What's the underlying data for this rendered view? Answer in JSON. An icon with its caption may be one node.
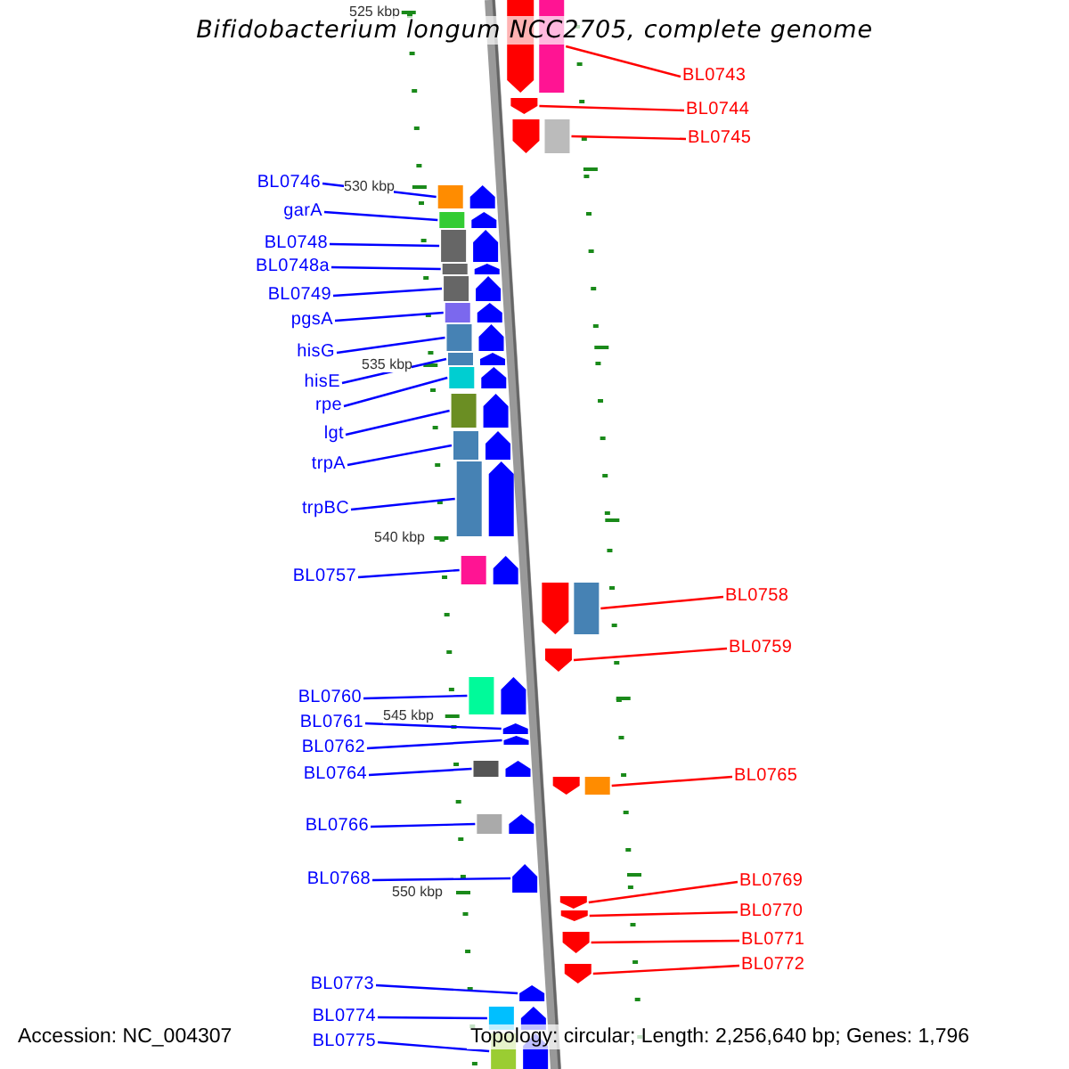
{
  "diagram": {
    "title": "Bifidobacterium longum NCC2705, complete genome",
    "nodes": [
      {
        "text": [
          "BL0743"
        ]
      },
      {
        "text": [
          "BL0744"
        ]
      },
      {
        "text": [
          "BL0745"
        ]
      },
      {
        "text": [
          "BL0746"
        ]
      },
      {
        "text": [
          "garA"
        ]
      },
      {
        "text": [
          "BL0748"
        ]
      },
      {
        "text": [
          "BL0748a"
        ]
      },
      {
        "text": [
          "BL0749"
        ]
      },
      {
        "text": [
          "pgsA"
        ]
      },
      {
        "text": [
          "hisG"
        ]
      },
      {
        "text": [
          "hisE"
        ]
      },
      {
        "text": [
          "rpe"
        ]
      },
      {
        "text": [
          "lgt"
        ]
      },
      {
        "text": [
          "trpA"
        ]
      },
      {
        "text": [
          "trpBC"
        ]
      },
      {
        "text": [
          "BL0757"
        ]
      },
      {
        "text": [
          "BL0758"
        ]
      },
      {
        "text": [
          "BL0759"
        ]
      },
      {
        "text": [
          "BL0760"
        ]
      },
      {
        "text": [
          "BL0761"
        ]
      },
      {
        "text": [
          "BL0762"
        ]
      },
      {
        "text": [
          "BL0764"
        ]
      },
      {
        "text": [
          "BL0765"
        ]
      },
      {
        "text": [
          "BL0766"
        ]
      },
      {
        "text": [
          "BL0768"
        ]
      },
      {
        "text": [
          "BL0769"
        ]
      },
      {
        "text": [
          "BL0770"
        ]
      },
      {
        "text": [
          "BL0771"
        ]
      },
      {
        "text": [
          "BL0772"
        ]
      },
      {
        "text": [
          "BL0773"
        ]
      },
      {
        "text": [
          "BL0774"
        ]
      },
      {
        "text": [
          "BL0775"
        ]
      },
      {
        "text": [],
        "shape": "arrow"
      },
      {
        "text": [],
        "shape": "arrow"
      },
      {
        "text": [],
        "shape": "arrow"
      },
      {
        "text": [],
        "shape": "arrow"
      },
      {
        "text": [],
        "shape": "arrow"
      },
      {
        "text": [],
        "shape": "arrow"
      },
      {
        "text": [],
        "shape": "arrow"
      },
      {
        "text": [],
        "shape": "arrow"
      },
      {
        "text": [],
        "shape": "arrow"
      },
      {
        "text": [],
        "shape": "arrow"
      },
      {
        "text": [],
        "shape": "arrow"
      },
      {
        "text": [],
        "shape": "arrow"
      },
      {
        "text": [],
        "shape": "arrow"
      },
      {
        "text": [],
        "shape": "arrow"
      },
      {
        "text": [],
        "shape": "arrow"
      },
      {
        "text": [],
        "shape": "arrow"
      },
      {
        "text": [],
        "shape": "arrow"
      },
      {
        "text": [],
        "shape": "arrow"
      },
      {
        "text": [],
        "shape": "arrow"
      },
      {
        "text": [],
        "shape": "arrow"
      },
      {
        "text": [],
        "shape": "arrow"
      },
      {
        "text": [],
        "shape": "arrow"
      },
      {
        "text": [],
        "shape": "arrow"
      },
      {
        "text": [],
        "shape": "arrow"
      },
      {
        "text": [],
        "shape": "arrow"
      },
      {
        "text": [],
        "shape": "arrow"
      },
      {
        "text": [],
        "shape": "arrow"
      },
      {
        "text": [],
        "shape": "arrow"
      },
      {
        "text": [],
        "shape": "arrow"
      },
      {
        "text": [],
        "shape": "arrow"
      },
      {
        "text": [],
        "shape": "arrow"
      },
      {
        "text": [],
        "shape": "arrow"
      }
    ],
    "edges": [
      {
        "from": 0,
        "to": 32,
        "arrow": "none",
        "color": "#ff0000"
      },
      {
        "from": 1,
        "to": 33,
        "arrow": "none",
        "color": "#ff0000"
      },
      {
        "from": 2,
        "to": 34,
        "arrow": "none",
        "color": "#ff0000"
      },
      {
        "from": 3,
        "to": 35,
        "arrow": "none"
      },
      {
        "from": 4,
        "to": 36,
        "arrow": "none"
      },
      {
        "from": 5,
        "to": 37,
        "arrow": "none"
      },
      {
        "from": 6,
        "to": 38,
        "arrow": "none"
      },
      {
        "from": 7,
        "to": 39,
        "arrow": "none"
      },
      {
        "from": 8,
        "to": 40,
        "arrow": "none"
      },
      {
        "from": 9,
        "to": 41,
        "arrow": "none"
      },
      {
        "from": 10,
        "to": 42,
        "arrow": "none"
      },
      {
        "from": 11,
        "to": 43,
        "arrow": "none"
      },
      {
        "from": 12,
        "to": 44,
        "arrow": "none"
      },
      {
        "from": 13,
        "to": 45,
        "arrow": "none"
      },
      {
        "from": 14,
        "to": 46,
        "arrow": "none"
      },
      {
        "from": 15,
        "to": 47,
        "arrow": "none"
      },
      {
        "from": 16,
        "to": 48,
        "arrow": "none",
        "color": "#ff0000"
      },
      {
        "from": 17,
        "to": 49,
        "arrow": "none",
        "color": "#ff0000"
      },
      {
        "from": 18,
        "to": 50,
        "arrow": "none"
      },
      {
        "from": 19,
        "to": 51,
        "arrow": "none"
      },
      {
        "from": 20,
        "to": 52,
        "arrow": "none"
      },
      {
        "from": 21,
        "to": 53,
        "arrow": "none"
      },
      {
        "from": 22,
        "to": 54,
        "arrow": "none",
        "color": "#ff0000"
      },
      {
        "from": 23,
        "to": 55,
        "arrow": "none"
      },
      {
        "from": 24,
        "to": 56,
        "arrow": "none"
      },
      {
        "from": 25,
        "to": 57,
        "arrow": "none",
        "color": "#ff0000"
      },
      {
        "from": 26,
        "to": 58,
        "arrow": "none",
        "color": "#ff0000"
      },
      {
        "from": 27,
        "to": 59,
        "arrow": "none",
        "color": "#ff0000"
      },
      {
        "from": 28,
        "to": 60,
        "arrow": "none",
        "color": "#ff0000"
      },
      {
        "from": 29,
        "to": 61,
        "arrow": "none"
      },
      {
        "from": 30,
        "to": 62,
        "arrow": "none"
      },
      {
        "from": 31,
        "to": 63,
        "arrow": "none"
      }
    ],
    "labels": [
      "525 kbp",
      "530 kbp",
      "535 kbp",
      "540 kbp",
      "545 kbp",
      "550 kbp",
      "Accession: NC_004307",
      "Topology: circular; Length: 2,256,640 bp; Genes: 1,796"
    ]
  }
}
